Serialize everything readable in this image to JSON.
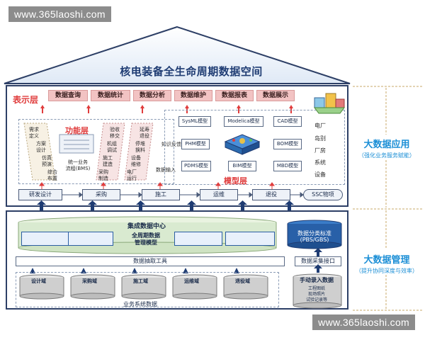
{
  "watermark": {
    "top": "www.365laoshi.com",
    "bottom": "www.365laoshi.com"
  },
  "title": "核电装备全生命周期数据空间",
  "side_labels": {
    "application": {
      "title": "大数据应用",
      "subtitle": "（强化业务服务赋能）"
    },
    "management": {
      "title": "大数据管理",
      "subtitle": "（提升协同深度与效率）"
    }
  },
  "layers": {
    "presentation": "表示层",
    "function": "功能层",
    "model": "模型层"
  },
  "presentation_buttons": [
    "数据查询",
    "数据统计",
    "数据分析",
    "数据维护",
    "数据报表",
    "数据展示"
  ],
  "function_items": [
    "需求\n定义",
    "方案\n设计",
    "仿真\n预演",
    "综合\n布置",
    "统一业务\n流程(BMS)",
    "验收\n移交",
    "机组\n调试",
    "施工\n建造",
    "采购\n制造",
    "延寿\n退役",
    "停堆\n换料",
    "设备\n维修",
    "电厂\n运行",
    "知识反馈",
    "数据输入"
  ],
  "models": [
    "SysML模型",
    "Modelica模型",
    "CAD模型",
    "PHM模型",
    "BOM模型",
    "PDMS模型",
    "BIM模型",
    "MBD模型"
  ],
  "facility_levels": [
    "电厂",
    "岛别",
    "厂房",
    "系统",
    "设备"
  ],
  "lifecycle_stages": [
    "研发设计",
    "采购",
    "施工",
    "运维",
    "退役",
    "SSC物项"
  ],
  "data_center": {
    "title": "集成数据中心",
    "core": "全周期数据\n管理模型",
    "classification": "数据分类标准\n(PBS/GBS)",
    "extraction": "数据抽取工具",
    "collection": "数据采集接口"
  },
  "domains": [
    "设计域",
    "采购域",
    "施工域",
    "运维域",
    "退役域"
  ],
  "business_data": "业务系统数据",
  "manual_entry": {
    "title": "手动录入数据",
    "note": "工程图纸\n现场照片\n试验记录等"
  }
}
